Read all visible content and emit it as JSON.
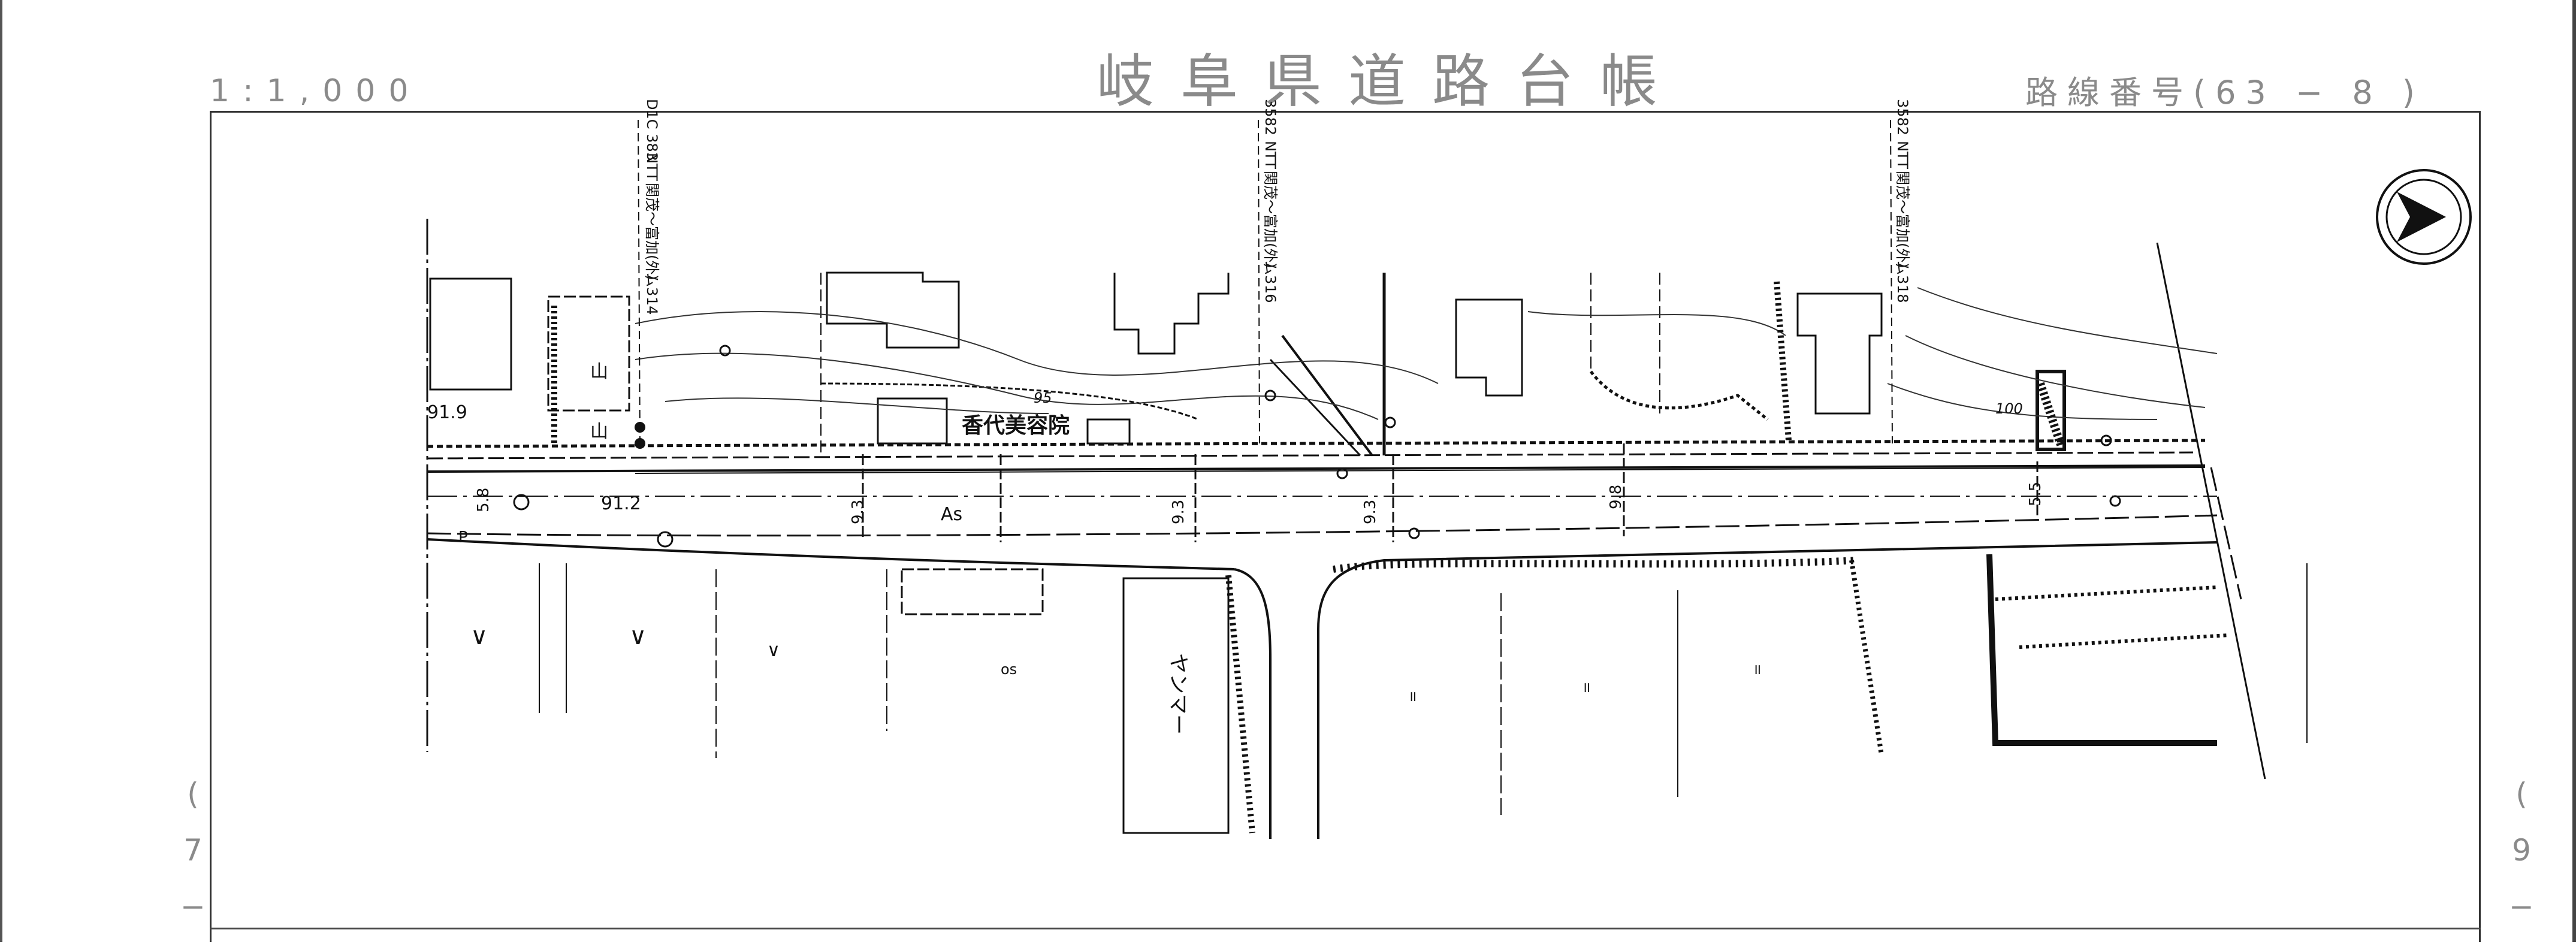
{
  "header": {
    "scale": "1:1,000",
    "title": "岐阜県道路台帳",
    "route_number": "路線番号(63 − 8 )"
  },
  "page_refs": {
    "prev": [
      "(",
      "7",
      "−"
    ],
    "next": [
      "(",
      "9",
      "−"
    ]
  },
  "map": {
    "utility_poles": [
      {
        "code": "D1C 383",
        "owner": "NTT",
        "name": "関茂〜富加(外)",
        "line": "ム3",
        "number": "14"
      },
      {
        "code": "3582",
        "owner": "NTT",
        "name": "関茂〜富加(外)",
        "line": "ム3",
        "number": "16"
      },
      {
        "code": "3582",
        "owner": "NTT",
        "name": "関茂〜富加(外)",
        "line": "ム3",
        "number": "18"
      }
    ],
    "place_labels": {
      "salon": "香代美容院",
      "shop": "ヤンマー",
      "mountain_1": "山",
      "mountain_2": "山"
    },
    "land_use": {
      "veg_1": "∨",
      "veg_2": "∨",
      "veg_3": "∨",
      "os": "os",
      "parking": "P",
      "field_1": "॥",
      "field_2": "॥",
      "field_3": "॥"
    },
    "road": {
      "surface": "As",
      "elevation_1": "91.9",
      "elevation_2": "91.2"
    },
    "widths": [
      "5.8",
      "9.3",
      "9.3",
      "9.3",
      "9.8",
      "5.5"
    ],
    "contours": [
      "95",
      "100"
    ]
  }
}
